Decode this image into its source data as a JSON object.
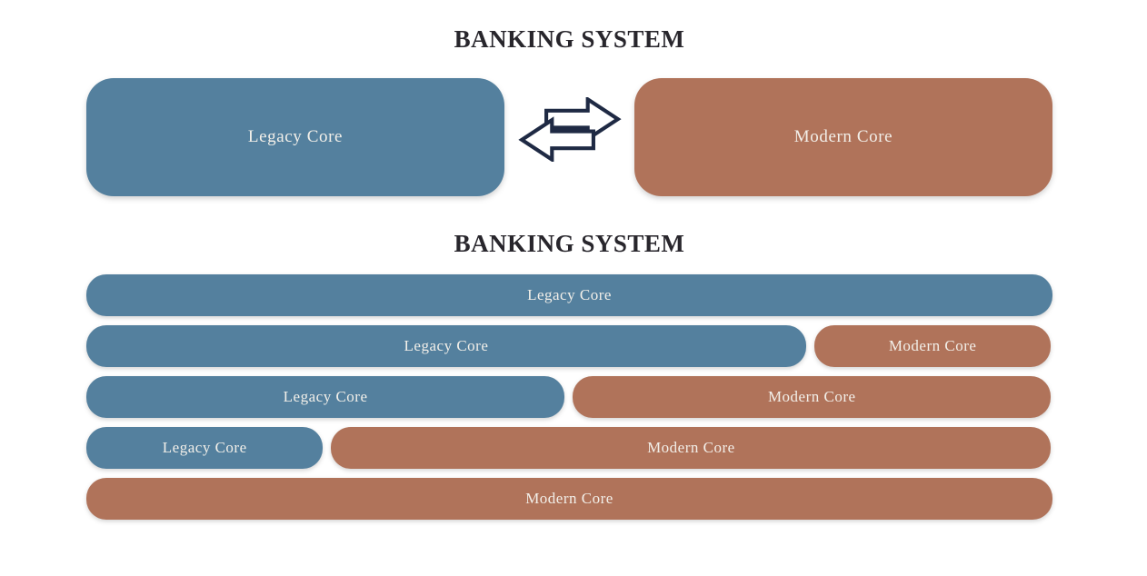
{
  "colors": {
    "background": "#ffffff",
    "legacy": "#54809e",
    "modern": "#b0735a",
    "arrow": "#1f2a44",
    "title_text": "#28262c",
    "bar_text": "#f2efe9"
  },
  "icons": {
    "swap": "double-swap-arrow"
  },
  "top_diagram": {
    "title": "BANKING SYSTEM",
    "legacy_box": {
      "label": "Legacy Core"
    },
    "modern_box": {
      "label": "Modern Core"
    }
  },
  "bottom_diagram": {
    "title": "BANKING SYSTEM",
    "rows": [
      {
        "segments": [
          {
            "kind": "legacy",
            "label": "Legacy Core",
            "width_pct": 100
          }
        ]
      },
      {
        "segments": [
          {
            "kind": "legacy",
            "label": "Legacy Core",
            "width_pct": 74.5
          },
          {
            "kind": "modern",
            "label": "Modern Core",
            "width_pct": 24.5
          }
        ]
      },
      {
        "segments": [
          {
            "kind": "legacy",
            "label": "Legacy Core",
            "width_pct": 49.5
          },
          {
            "kind": "modern",
            "label": "Modern Core",
            "width_pct": 49.5
          }
        ]
      },
      {
        "segments": [
          {
            "kind": "legacy",
            "label": "Legacy Core",
            "width_pct": 24.5
          },
          {
            "kind": "modern",
            "label": "Modern Core",
            "width_pct": 74.5
          }
        ]
      },
      {
        "segments": [
          {
            "kind": "modern",
            "label": "Modern Core",
            "width_pct": 100
          }
        ]
      }
    ]
  }
}
